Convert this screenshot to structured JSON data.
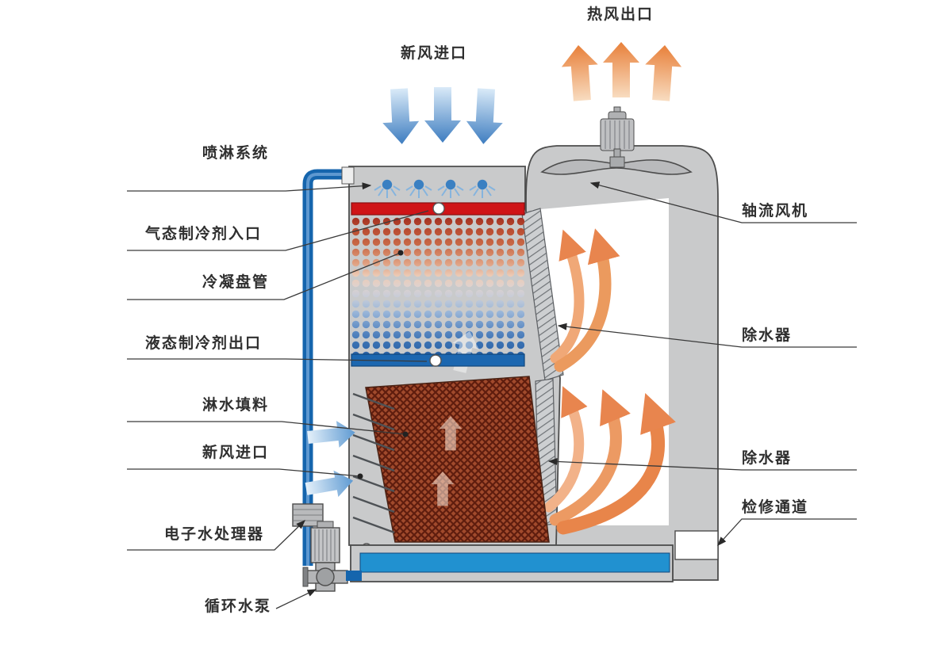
{
  "labels": {
    "hot_air_outlet": "热风出口",
    "fresh_air_inlet_top": "新风进口",
    "spray_system": "喷淋系统",
    "gas_refrigerant_inlet": "气态制冷剂入口",
    "condensing_coil": "冷凝盘管",
    "liquid_refrigerant_outlet": "液态制冷剂出口",
    "fill_material": "淋水填料",
    "fresh_air_inlet_side": "新风进口",
    "electronic_water_treater": "电子水处理器",
    "circulating_pump": "循环水泵",
    "axial_fan": "轴流风机",
    "drift_eliminator_upper": "除水器",
    "drift_eliminator_lower": "除水器",
    "access_passage": "检修通道"
  },
  "colors": {
    "hot_air_orange": "#e8803a",
    "fresh_air_blue": "#3e7dc0",
    "pipe_blue": "#1565ad",
    "basin_water_blue": "#2191d0",
    "hot_header_red": "#cf1417",
    "cold_header_blue": "#1c67b0",
    "casing_gray": "#c9cacb",
    "fill_rust_brown": "#a14a2c",
    "label_text": "#2f2f2f"
  }
}
